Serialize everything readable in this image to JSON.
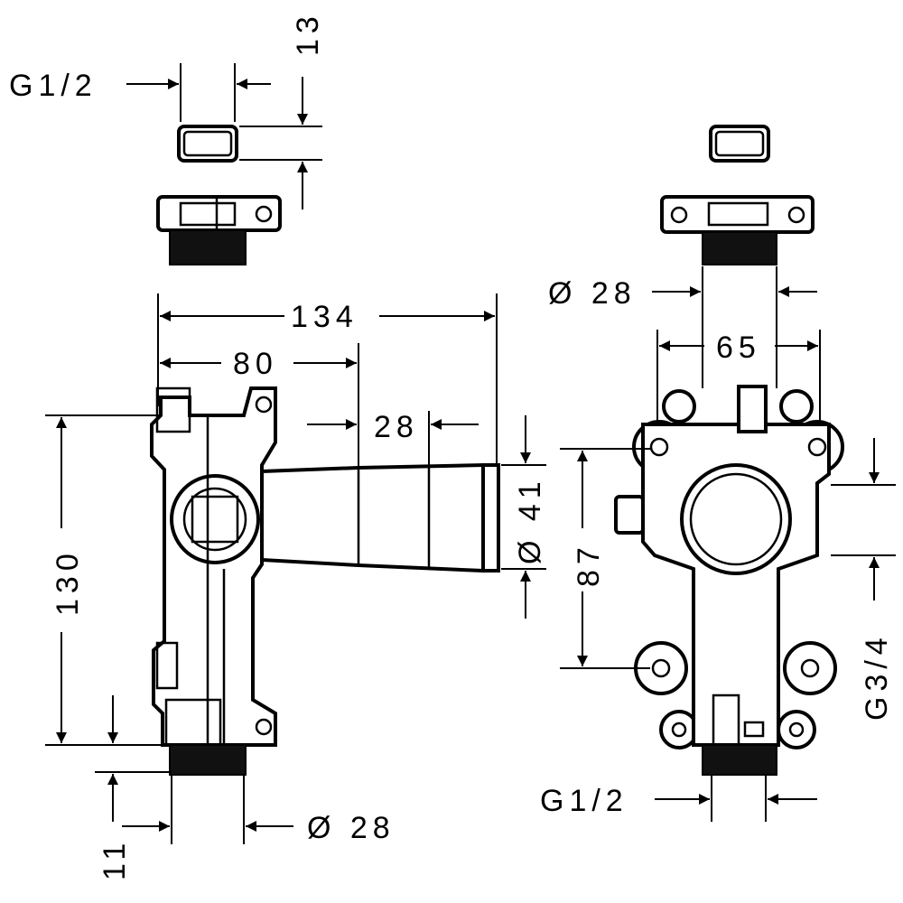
{
  "drawing": {
    "left_view": {
      "cap_thread": "G1/2",
      "cap_height": "13",
      "overall_width": "134",
      "axis_offset": "80",
      "pipe_segment": "28",
      "pipe_diameter": "Ø 41",
      "height": "130",
      "thread_length": "11",
      "bottom_diameter": "Ø 28"
    },
    "right_view": {
      "top_diameter": "Ø 28",
      "mount_width": "65",
      "mount_height": "87",
      "side_thread": "G3/4",
      "bottom_thread": "G1/2"
    },
    "colors": {
      "line": "#000000",
      "background": "#ffffff"
    }
  }
}
